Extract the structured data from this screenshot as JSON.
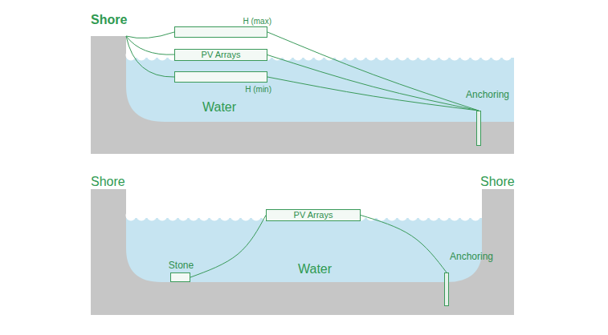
{
  "diagram": {
    "nodes": [
      {
        "text": [
          "H (max)"
        ]
      },
      {
        "text": [
          "PV Arrays"
        ]
      },
      {
        "text": [
          "H (min)"
        ]
      },
      {
        "text": [
          "Anchoring"
        ]
      },
      {
        "text": [
          "PV Arrays"
        ]
      },
      {
        "text": [
          "Stone"
        ]
      },
      {
        "text": [
          "Anchoring"
        ]
      }
    ],
    "edges": [
      {
        "from": 0,
        "to": 3,
        "arrow": "none"
      },
      {
        "from": 1,
        "to": 3,
        "arrow": "none"
      },
      {
        "from": 2,
        "to": 3,
        "arrow": "none"
      },
      {
        "from": 5,
        "to": 4,
        "arrow": "none"
      },
      {
        "from": 4,
        "to": 6,
        "arrow": "none"
      }
    ],
    "labels": [
      "Shore",
      "Water",
      "Shore",
      "Shore",
      "Water"
    ]
  }
}
